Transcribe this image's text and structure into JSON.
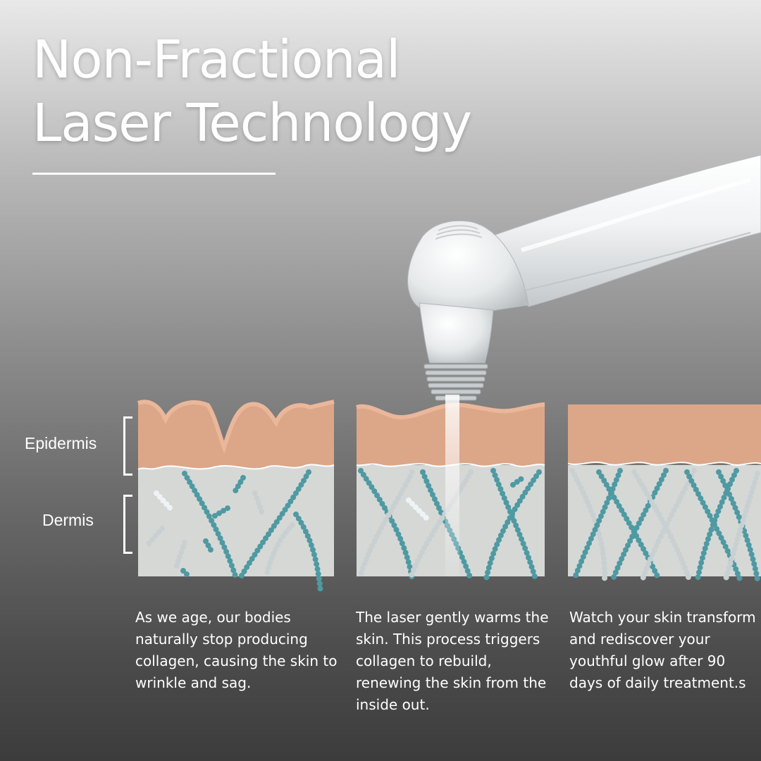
{
  "title": {
    "line1": "Non-Fractional",
    "line2": "Laser Technology"
  },
  "labels": {
    "epidermis": "Epidermis",
    "dermis": "Dermis"
  },
  "captions": [
    "As we age, our bodies naturally stop producing collagen, causing the skin to wrinkle and sag.",
    "The laser gently warms the skin. This process triggers collagen to rebuild, renewing the skin from the inside out.",
    "Watch your skin transform and rediscover your youthful glow after 90 days of daily treatment.s"
  ],
  "colors": {
    "epidermis": "#dca689",
    "dermis": "#d6d8d6",
    "collagen_teal": "#4f9aa2",
    "collagen_light": "#c9d0d2",
    "device": "#eef0f1"
  }
}
